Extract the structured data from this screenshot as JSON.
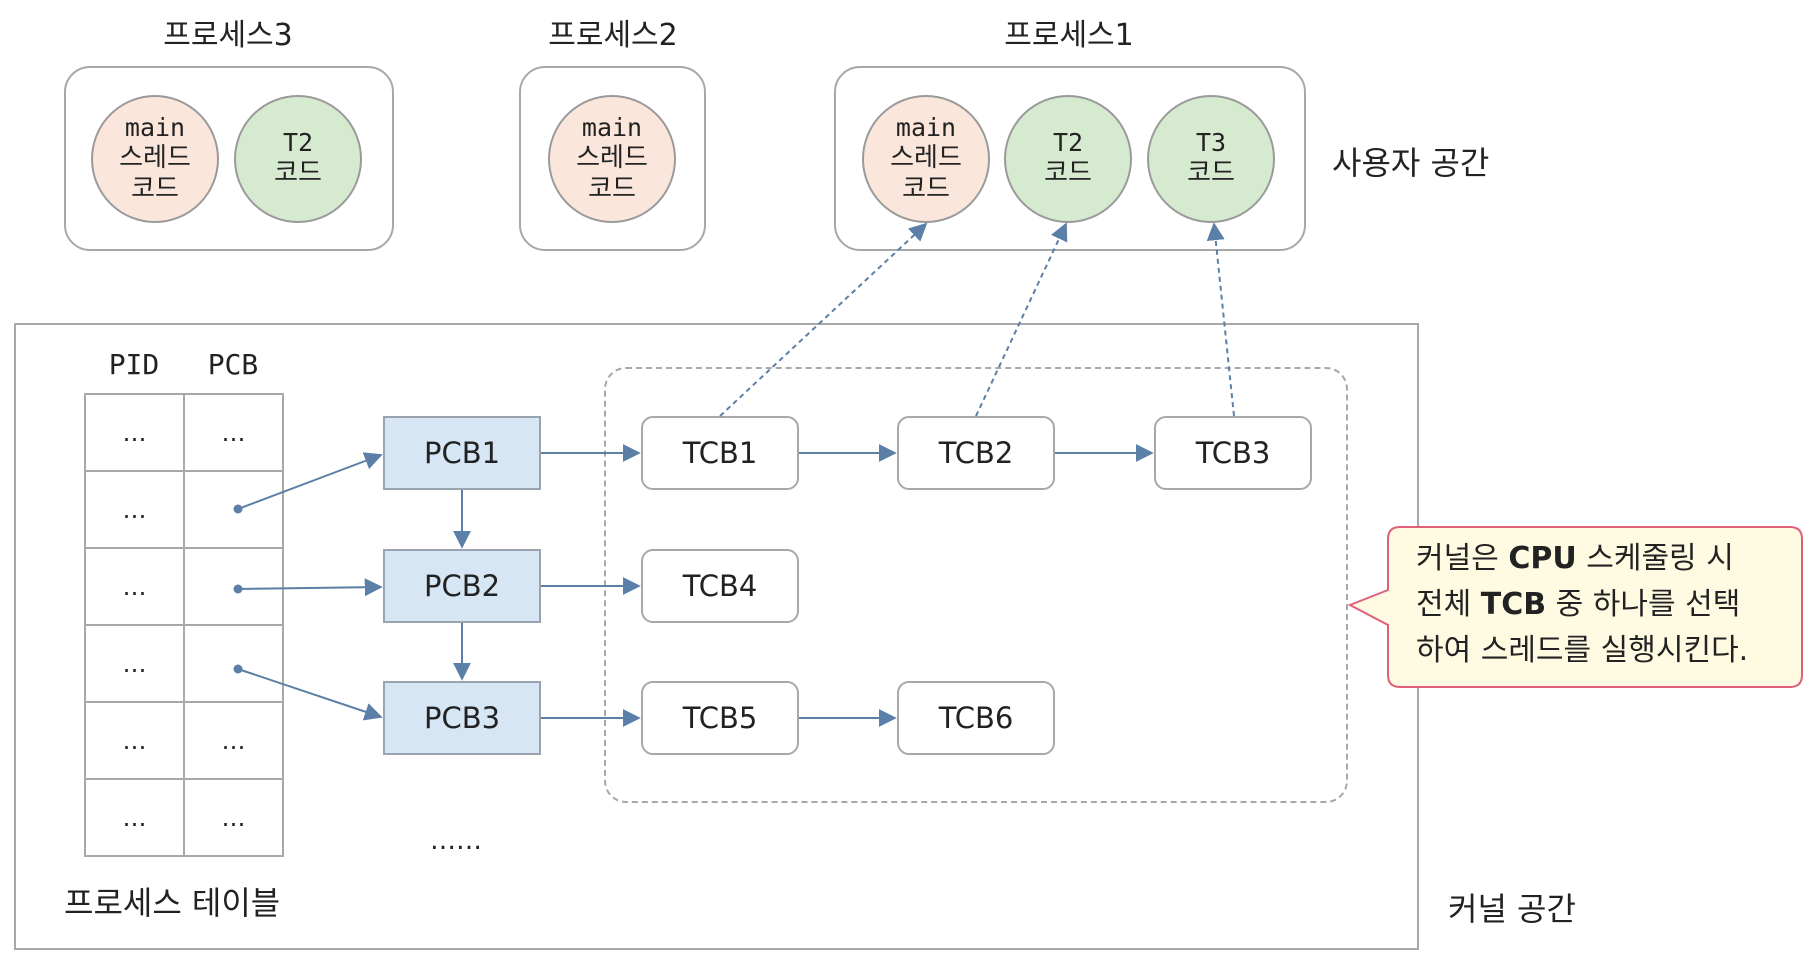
{
  "user_space": {
    "label": "사용자 공간",
    "processes": [
      {
        "title": "프로세스3",
        "main": [
          "main",
          "스레드",
          "코드"
        ],
        "threads": [
          [
            "T2",
            "코드"
          ]
        ]
      },
      {
        "title": "프로세스2",
        "main": [
          "main",
          "스레드",
          "코드"
        ],
        "threads": []
      },
      {
        "title": "프로세스1",
        "main": [
          "main",
          "스레드",
          "코드"
        ],
        "threads": [
          [
            "T2",
            "코드"
          ],
          [
            "T3",
            "코드"
          ]
        ]
      }
    ]
  },
  "kernel_space": {
    "label": "커널 공간",
    "table": {
      "headers": [
        "PID",
        "PCB"
      ],
      "rows": [
        [
          "…",
          "…"
        ],
        [
          "…",
          ""
        ],
        [
          "…",
          ""
        ],
        [
          "…",
          ""
        ],
        [
          "…",
          "…"
        ],
        [
          "…",
          "…"
        ]
      ],
      "caption": "프로세스 테이블"
    },
    "pcbs": [
      "PCB1",
      "PCB2",
      "PCB3"
    ],
    "more": "……",
    "tcbs": [
      "TCB1",
      "TCB2",
      "TCB3",
      "TCB4",
      "TCB5",
      "TCB6"
    ]
  },
  "callout": {
    "lines": [
      [
        {
          "t": "커널은 "
        },
        {
          "t": "CPU",
          "b": true
        },
        {
          "t": " 스케줄링 시"
        }
      ],
      [
        {
          "t": "전체 "
        },
        {
          "t": "TCB",
          "b": true
        },
        {
          "t": " 중 하나를 선택"
        }
      ],
      [
        {
          "t": "하여 스레드를 실행시킨다."
        }
      ]
    ]
  },
  "colors": {
    "main_thread_fill": "#fbe6dc",
    "thread_fill": "#d6ead0",
    "pcb_fill": "#d7e6f4",
    "arrow": "#5b7fa6",
    "callout_border": "#e0607a",
    "callout_fill": "#fffbe3"
  }
}
